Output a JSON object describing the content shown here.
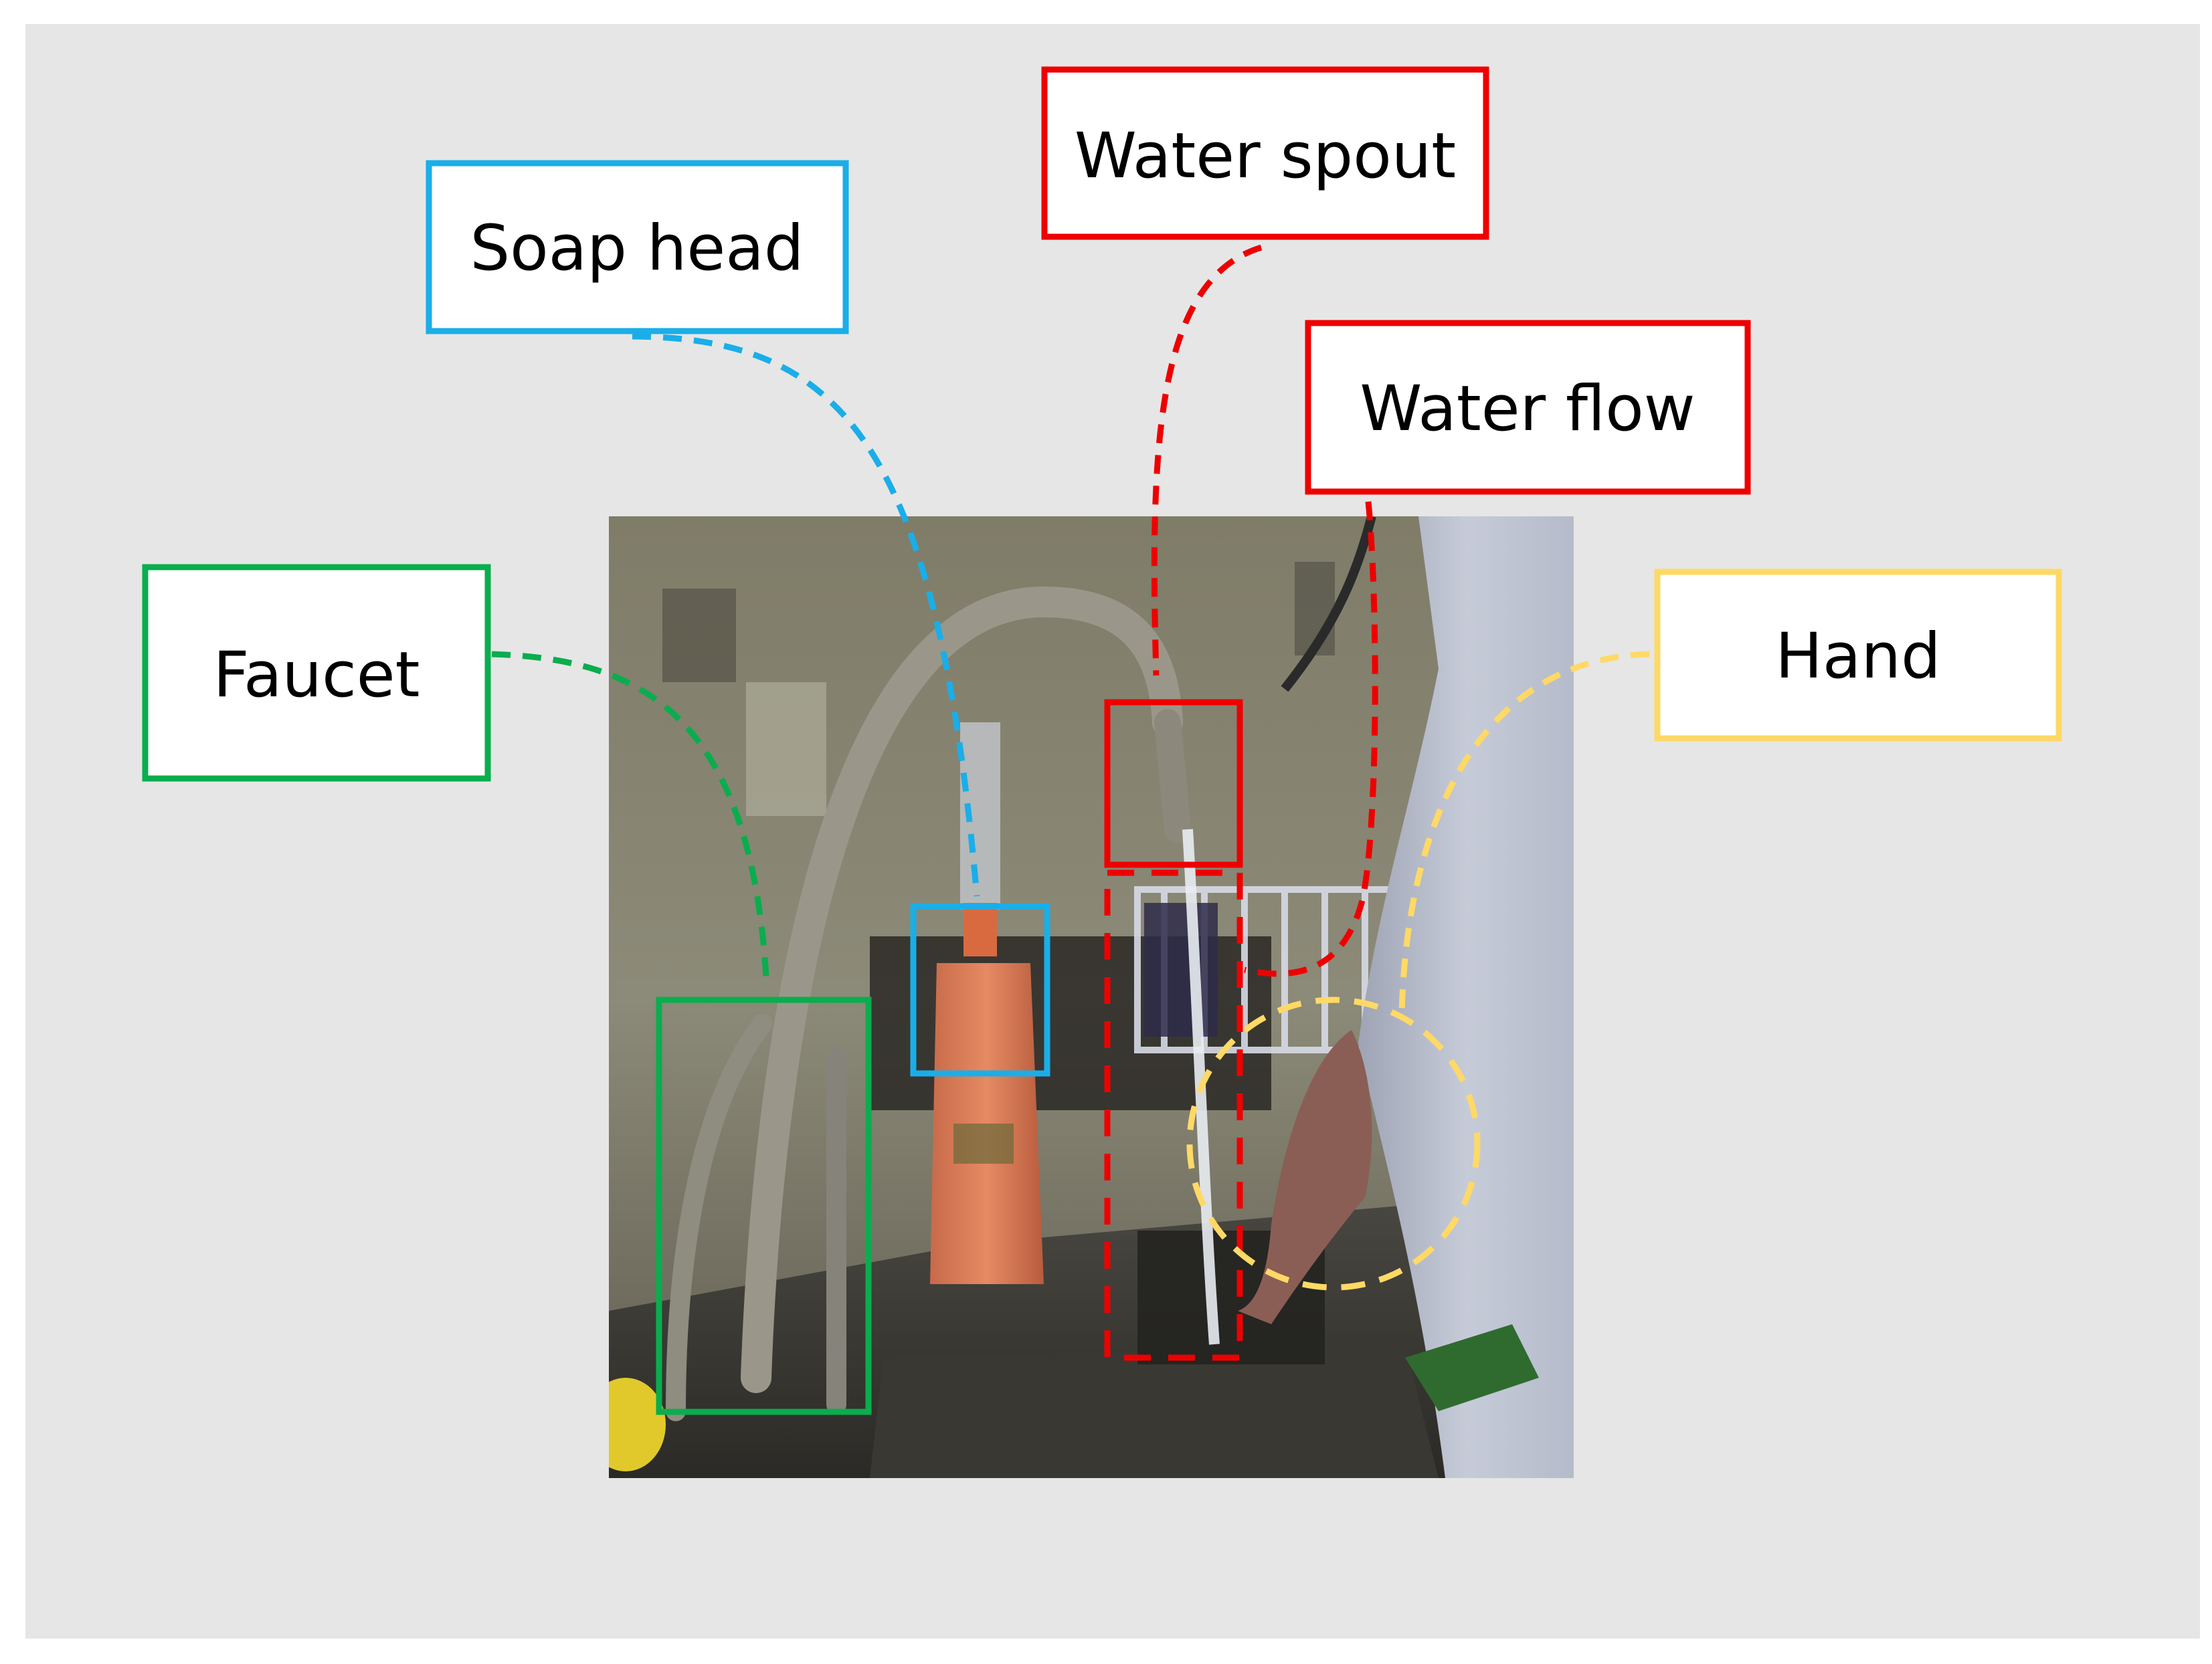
{
  "labels": {
    "faucet": "Faucet",
    "soap_head": "Soap head",
    "water_spout": "Water spout",
    "water_flow": "Water flow",
    "hand": "Hand"
  },
  "colors": {
    "faucet": "#0aad4e",
    "soap_head": "#1aaee8",
    "water_spout": "#ee0000",
    "water_flow": "#ee0000",
    "hand": "#ffd966",
    "panel_background": "#e6e6e6"
  },
  "photo": {
    "description_icon": "kitchen-sink-photo"
  }
}
